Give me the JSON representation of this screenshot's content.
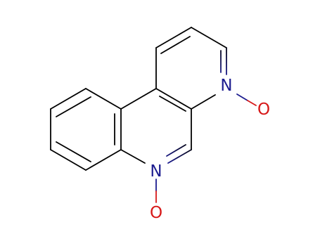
{
  "molecule": {
    "atoms": [
      {
        "id": "n1",
        "symbol": "N",
        "color": "#1c1c8f"
      },
      {
        "id": "n2",
        "symbol": "N",
        "color": "#1c1c8f"
      },
      {
        "id": "o1",
        "symbol": "O",
        "color": "#d71818"
      },
      {
        "id": "o2",
        "symbol": "O",
        "color": "#d71818"
      }
    ],
    "bond_color": "#000000",
    "nitrogen_color": "#1c1c8f",
    "oxygen_color": "#d71818"
  }
}
